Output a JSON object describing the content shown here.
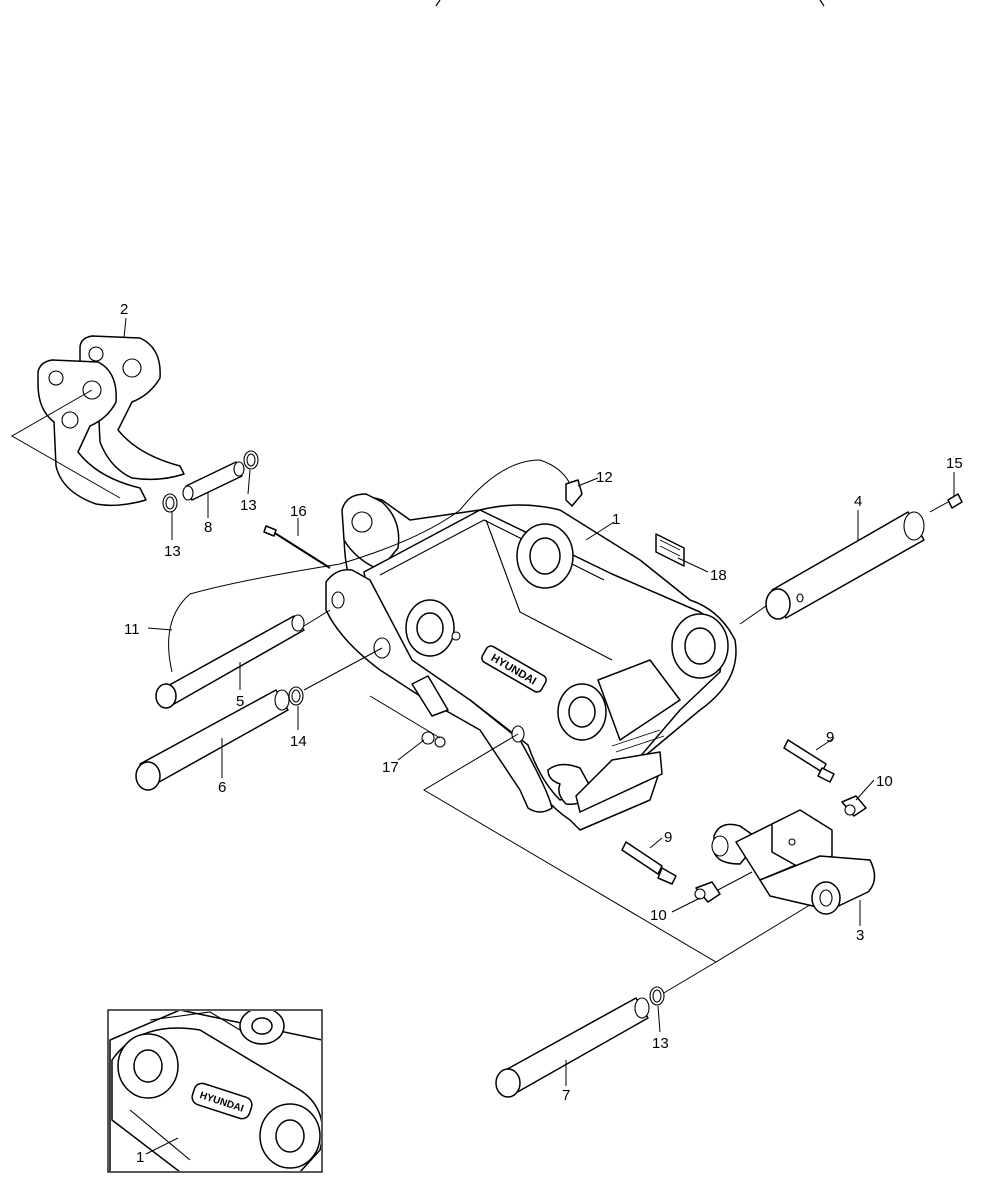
{
  "diagram": {
    "brand_plate_text": "HYUNDAI",
    "inset_plate_text": "HYUNDAI",
    "callouts": [
      "1",
      "2",
      "3",
      "4",
      "5",
      "6",
      "7",
      "8",
      "9",
      "10",
      "11",
      "12",
      "13",
      "14",
      "15",
      "16",
      "17",
      "18"
    ],
    "callout_labels": {
      "c1": "1",
      "c2": "2",
      "c3": "3",
      "c4": "4",
      "c5": "5",
      "c6": "6",
      "c7": "7",
      "c8": "8",
      "c9a": "9",
      "c9b": "9",
      "c10a": "10",
      "c10b": "10",
      "c11": "11",
      "c12": "12",
      "c13a": "13",
      "c13b": "13",
      "c13c": "13",
      "c14": "14",
      "c15": "15",
      "c16": "16",
      "c17": "17",
      "c18": "18",
      "cinset1": "1"
    }
  }
}
